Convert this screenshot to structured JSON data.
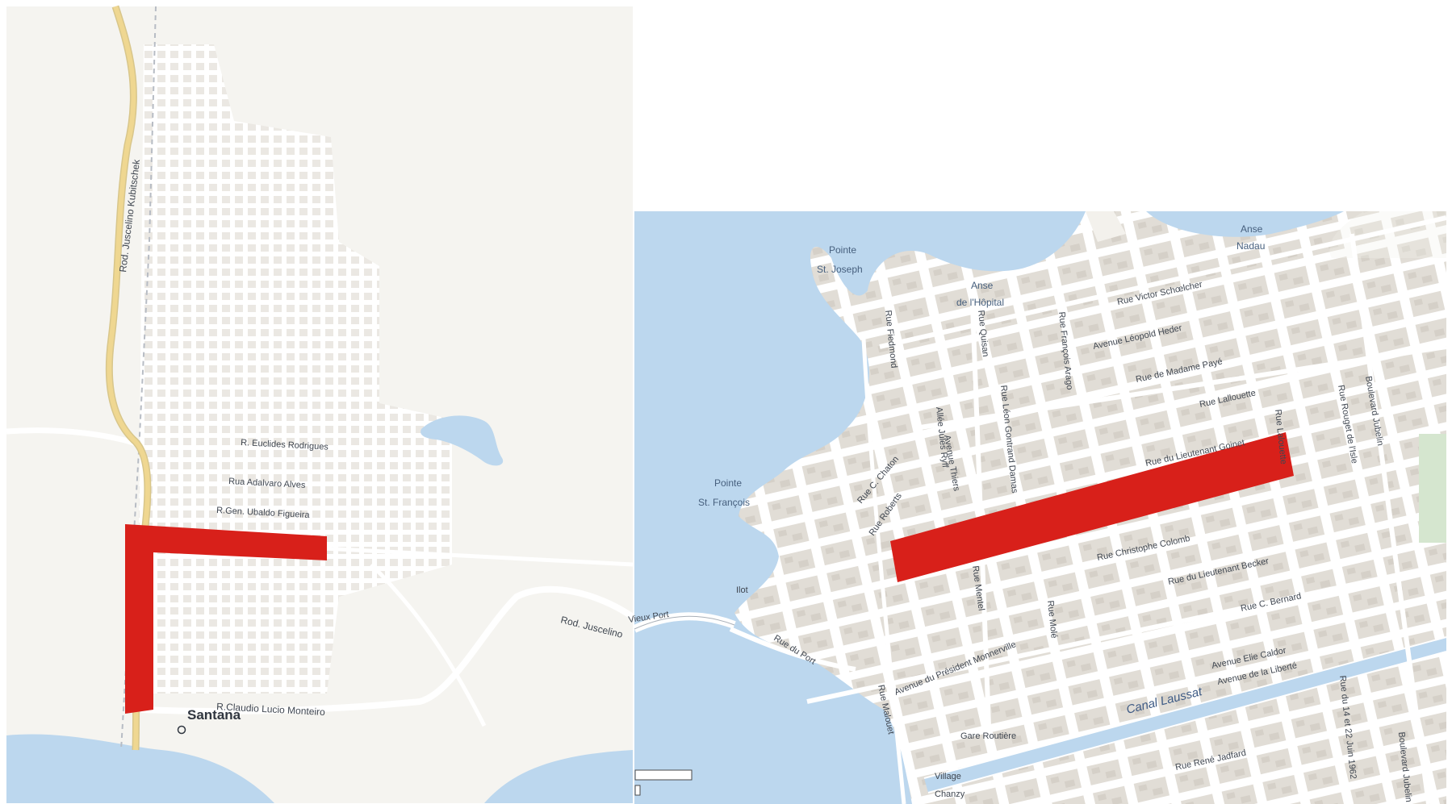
{
  "left_map": {
    "city": "Santana",
    "streets": {
      "highway_vertical": "Rod. Juscelino Kubitschek",
      "highway_east": "Rod. Juscelino",
      "euclides": "R. Euclides Rodrigues",
      "adalvaro": "Rua Adalvaro Alves",
      "ubaldo": "R.Gen. Ubaldo Figueira",
      "claudio": "R.Claudio Lucio Monteiro"
    }
  },
  "right_map": {
    "places": {
      "pointe_joseph_1": "Pointe",
      "pointe_joseph_2": "St. Joseph",
      "anse_hopital_1": "Anse",
      "anse_hopital_2": "de l'Hôpital",
      "anse_nord_1": "Anse",
      "anse_nord_2": "Nadau",
      "pointe_francois_1": "Pointe",
      "pointe_francois_2": "St. François",
      "ilot": "Ilot",
      "vieux_port": "Vieux Port",
      "canal": "Canal Laussat",
      "gare": "Gare Routière",
      "village": "Village",
      "village2": "Chanzy"
    },
    "streets": {
      "schoelcher": "Rue Victor Schœlcher",
      "heder": "Avenue Léopold Heder",
      "payé": "Rue de Madame Payé",
      "lallouette": "Rue Lallouette",
      "lieutenant_goinet": "Rue du Lieutenant Goinet",
      "colomb": "Rue Christophe Colomb",
      "becker": "Rue du Lieutenant Becker",
      "bernard": "Rue C. Bernard",
      "caldor": "Avenue Elie Caldor",
      "liberte": "Avenue de la Liberté",
      "jadfard": "Rue René Jadfard",
      "monnerville": "Avenue du Président Monnerville",
      "port": "Rue du Port",
      "mole": "Rue Molé",
      "malouet": "Rue Malouet",
      "mentel": "Rue Mentel",
      "thiers": "Avenue Thiers",
      "roberts": "Rue Roberts",
      "chaton": "Rue C. Chaton",
      "rouget": "Rue Rouget de l'Isle",
      "jubelin": "Boulevard Jubelin",
      "fiedmond": "Rue Fiedmond",
      "guisan": "Rue Quisan",
      "lalouette2": "Rue Lalouette",
      "arago": "Rue François Arago",
      "justin": "Rue Léon Gontrand Damas",
      "abbe": "Allée Jules Ryff",
      "juin": "Rue du 14 et 22 Juin 1962",
      "jubelin2": "Boulevard Jubelin"
    }
  },
  "colors": {
    "highlight": "#d8201a",
    "water": "#bcd7ee",
    "land": "#f3f1ec",
    "road": "#ffffff",
    "block": "#e2ded7",
    "highway": "#ecd087"
  }
}
